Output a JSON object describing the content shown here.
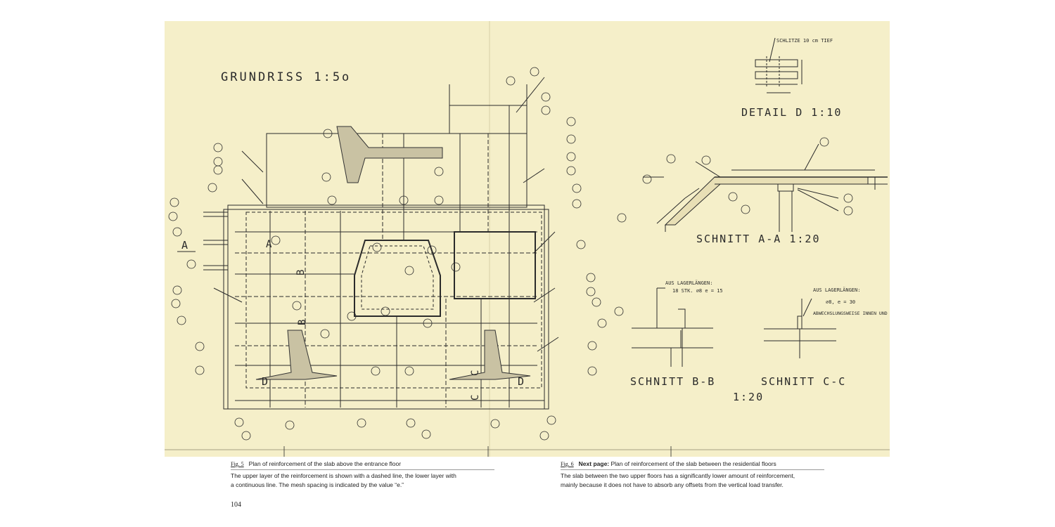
{
  "drawing": {
    "plan_title": "GRUNDRISS 1:5o",
    "detail_title": "DETAIL D 1:10",
    "detail_note": "SCHLITZE 10 cm TIEF",
    "section_aa": "SCHNITT A-A 1:20",
    "section_bb": "SCHNITT B-B",
    "section_cc": "SCHNITT C-C",
    "section_scale": "1:20",
    "note_b": "AUS LAGERLÄNGEN:",
    "note_b_value": "18 STK. ⌀8  e = 15",
    "note_c": "AUS LAGERLÄNGEN:",
    "note_c_value": "⌀8, e = 30",
    "note_c_extra": "ABWECHSLUNGSWEISE INNEN UND AUSSEN!",
    "marker_a": "A",
    "marker_b": "B",
    "marker_c": "C",
    "marker_d": "D"
  },
  "captions": {
    "left": {
      "fig": "Fig. 5",
      "title": "Plan of reinforcement of the slab above the entrance floor",
      "body1": "The upper layer of the reinforcement is shown with a dashed line, the lower layer with",
      "body2": "a continuous line. The mesh spacing is indicated by the value “e.”"
    },
    "right": {
      "fig": "Fig. 6",
      "title_bold": "Next page:",
      "title": " Plan of reinforcement of the slab between the residential floors",
      "body1": "The slab between the two upper floors has a significantly lower amount of reinforcement,",
      "body2": "mainly because it does not have to absorb any offsets from the vertical load transfer."
    }
  },
  "page_number": "104"
}
